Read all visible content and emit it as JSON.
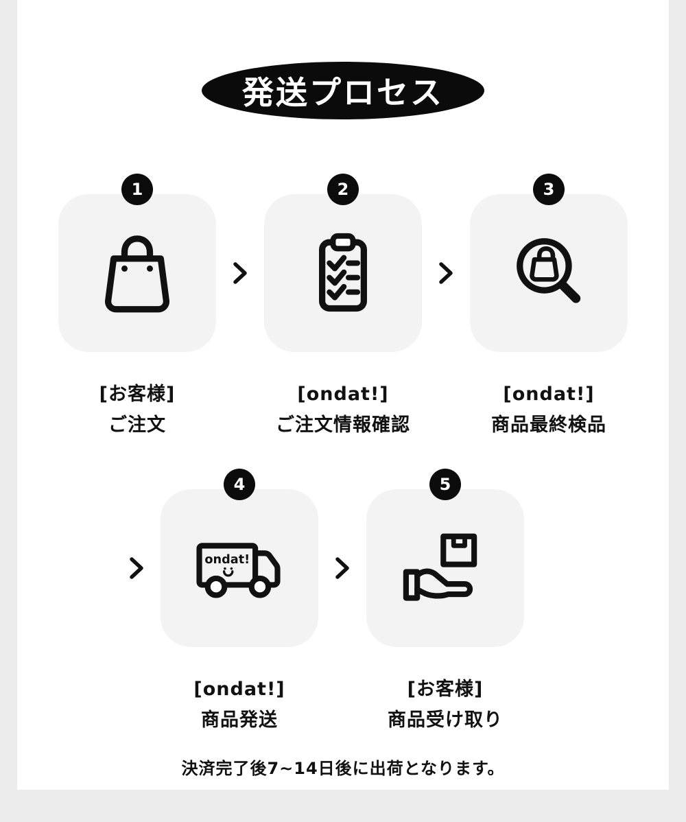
{
  "header": {
    "title": "発送プロセス"
  },
  "steps": [
    {
      "number": "1",
      "icon": "shopping-bag",
      "label_line1": "[お客様]",
      "label_line2": "ご注文"
    },
    {
      "number": "2",
      "icon": "order-checklist-clipboard",
      "label_line1": "[ondat!]",
      "label_line2": "ご注文情報確認"
    },
    {
      "number": "3",
      "icon": "inspection-magnifier-bag",
      "label_line1": "[ondat!]",
      "label_line2": "商品最終検品"
    },
    {
      "number": "4",
      "icon": "delivery-truck",
      "label_line1": "[ondat!]",
      "label_line2": "商品発送",
      "truck_logo": "ondat!"
    },
    {
      "number": "5",
      "icon": "hand-receiving-box",
      "label_line1": "[お客様]",
      "label_line2": "商品受け取り"
    }
  ],
  "separator_icon": "chevron-right",
  "footer": {
    "note": "決済完了後7~14日後に出荷となります。"
  },
  "colors": {
    "accent_black": "#111111",
    "card_background": "#f3f3f3",
    "page_background": "#ffffff",
    "edge_background": "#ebebeb"
  }
}
